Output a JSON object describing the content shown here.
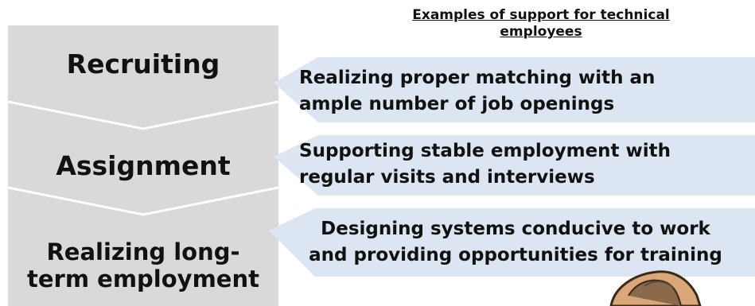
{
  "heading": {
    "line1": "Examples of support for technical",
    "line2": "employees"
  },
  "stages": [
    {
      "label": "Recruiting"
    },
    {
      "label": "Assignment"
    },
    {
      "label_line1": "Realizing long-",
      "label_line2": "term employment"
    }
  ],
  "supports": [
    {
      "line1": "Realizing proper matching with an",
      "line2": "ample number of job openings"
    },
    {
      "line1": "Supporting stable employment with",
      "line2": "regular visits and interviews"
    },
    {
      "line1": "Designing systems conducive to work",
      "line2": "and providing opportunities for training"
    }
  ],
  "colors": {
    "stage_fill": "#d9d9d9",
    "callout_fill": "#dce6f2",
    "divider": "#ffffff"
  }
}
